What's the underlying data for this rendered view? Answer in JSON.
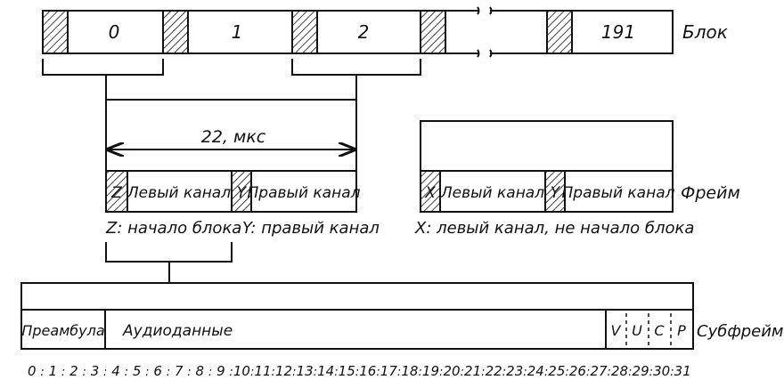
{
  "block": {
    "labels": [
      "0",
      "1",
      "2",
      "191"
    ],
    "side_label": "Блок"
  },
  "timing_label": "22, мкс",
  "frames": [
    {
      "preamble": "Z",
      "left_channel": "Левый канал",
      "right_preamble": "Y",
      "right_channel": "Правый канал"
    },
    {
      "preamble": "X",
      "left_channel": "Левый канал",
      "right_preamble": "Y",
      "right_channel": "Правый канал"
    }
  ],
  "frame_label": "Фрейм",
  "legend": {
    "z": "Z: начало блока",
    "y": "Y: правый канал",
    "x": "X: левый канал, не начало блока"
  },
  "subframe": {
    "preamble": "Преамбула",
    "audio": "Аудиоданные",
    "flags": [
      "V",
      "U",
      "C",
      "P"
    ],
    "label": "Субфрейм",
    "bits": [
      "0",
      "1",
      "2",
      "3",
      "4",
      "5",
      "6",
      "7",
      "8",
      "9",
      "10",
      "11",
      "12",
      "13",
      "14",
      "15",
      "16",
      "17",
      "18",
      "19",
      "20",
      "21",
      "22",
      "23",
      "24",
      "25",
      "26",
      "27",
      "28",
      "29",
      "30",
      "31"
    ]
  }
}
